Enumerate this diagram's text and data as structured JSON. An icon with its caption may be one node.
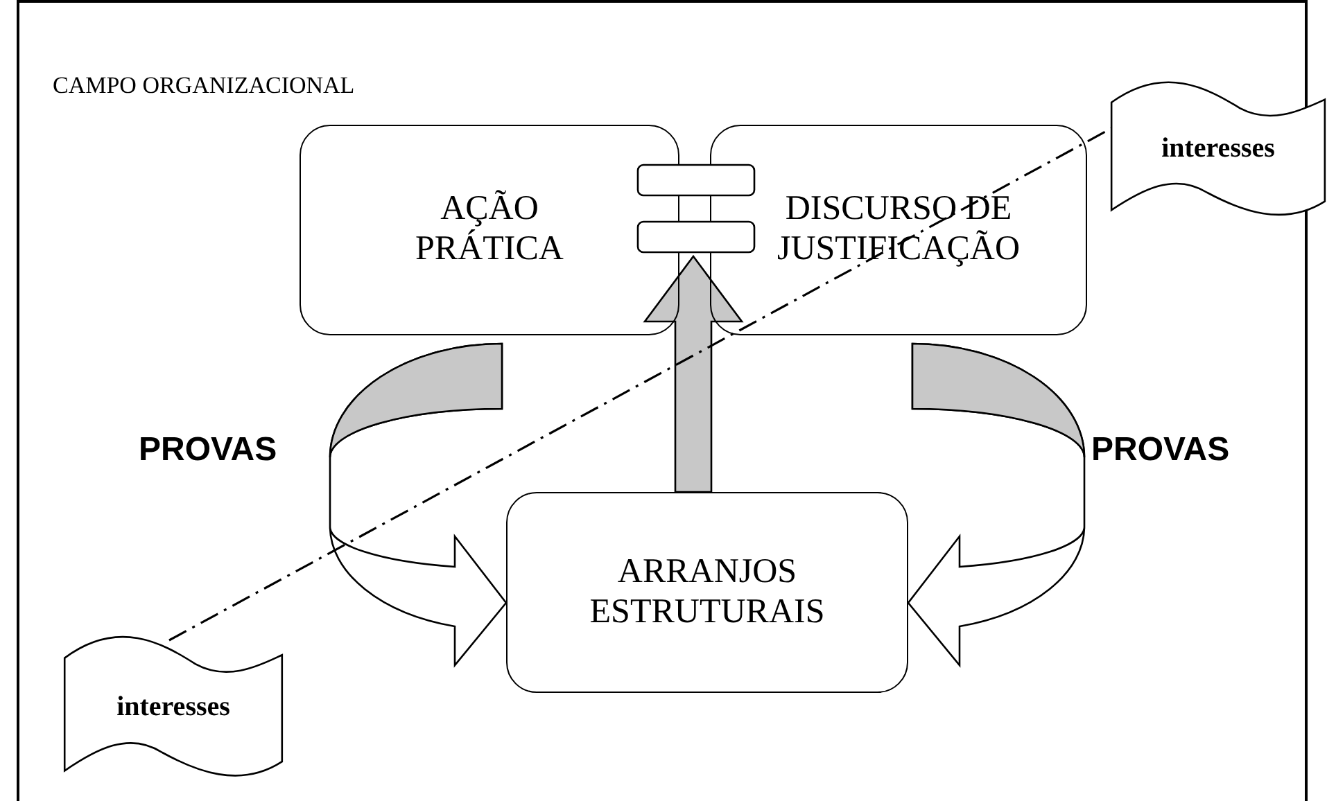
{
  "diagram": {
    "nodes": [
      {
        "text": [
          "CAMPO ORGANIZACIONAL"
        ]
      },
      {
        "text": [
          "AÇÃO PRÁTICA"
        ],
        "in": 0
      },
      {
        "text": [
          "DISCURSO DE JUSTIFICAÇÃO"
        ],
        "in": 0
      },
      {
        "text": [
          "ARRANJOS ESTRUTURAIS"
        ],
        "in": 0
      },
      {
        "text": [
          "interesses"
        ]
      },
      {
        "text": [
          "interesses"
        ],
        "in": 0
      }
    ],
    "edges": [
      {
        "from": 1,
        "to": 3,
        "arrow": "to",
        "label": "PROVAS",
        "style": "thick"
      },
      {
        "from": 2,
        "to": 3,
        "arrow": "to",
        "label": "PROVAS",
        "style": "thick"
      },
      {
        "from": 3,
        "to": null,
        "arrow": "to",
        "style": "thick"
      }
    ]
  }
}
